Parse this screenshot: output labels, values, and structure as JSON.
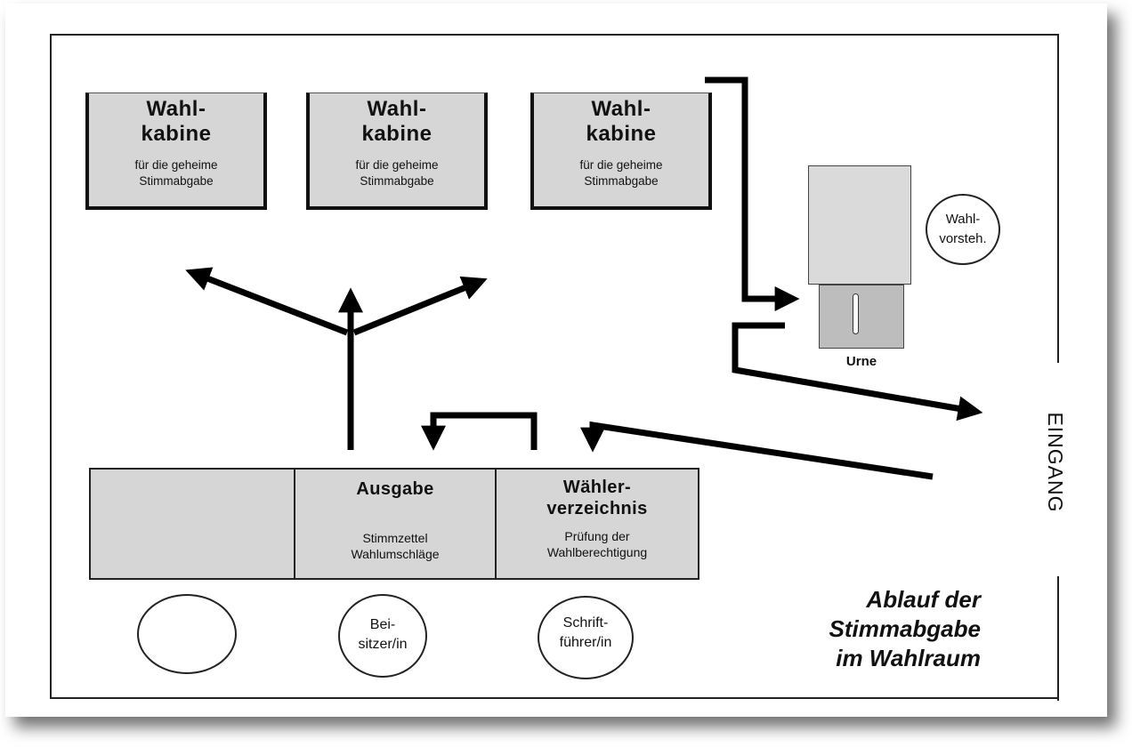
{
  "booths": [
    {
      "title_line1": "Wahl-",
      "title_line2": "kabine",
      "sub_line1": "für die geheime",
      "sub_line2": "Stimmabgabe"
    },
    {
      "title_line1": "Wahl-",
      "title_line2": "kabine",
      "sub_line1": "für die geheime",
      "sub_line2": "Stimmabgabe"
    },
    {
      "title_line1": "Wahl-",
      "title_line2": "kabine",
      "sub_line1": "für die geheime",
      "sub_line2": "Stimmabgabe"
    }
  ],
  "desk": {
    "ausgabe": {
      "title": "Ausgabe",
      "line1": "Stimmzettel",
      "line2": "Wahlumschläge"
    },
    "register": {
      "title_line1": "Wähler-",
      "title_line2": "verzeichnis",
      "line1": "Prüfung der",
      "line2": "Wahlberechtigung"
    }
  },
  "roles": {
    "assessor": {
      "line1": "Bei-",
      "line2": "sitzer/in"
    },
    "secretary": {
      "line1": "Schrift-",
      "line2": "führer/in"
    },
    "chair": {
      "line1": "Wahl-",
      "line2": "vorsteh."
    }
  },
  "urn_label": "Urne",
  "entrance_label": "EINGANG",
  "caption": {
    "line1": "Ablauf der",
    "line2": "Stimmabgabe",
    "line3": "im Wahlraum"
  }
}
